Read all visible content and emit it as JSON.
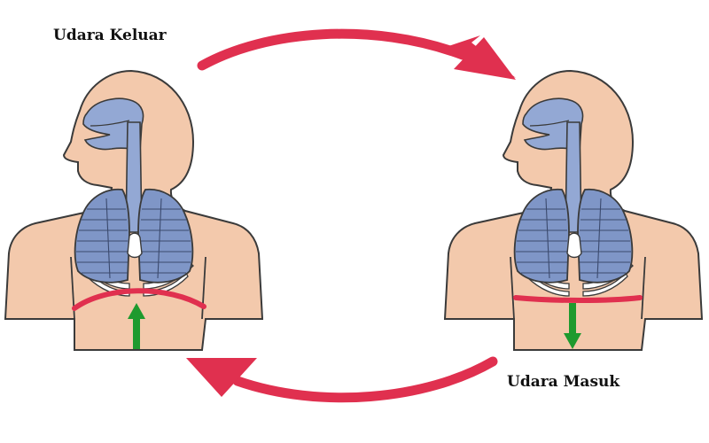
{
  "labels": {
    "air_out": "Udara Keluar",
    "air_in": "Udara Masuk"
  },
  "colors": {
    "background": "#ffffff",
    "skin": "#f3c9ac",
    "skin_outline": "#3a3a3a",
    "airway": "#93a8d4",
    "lung": "#7f96c7",
    "lung_line": "#3b4a6e",
    "cycle_arrow": "#e0304f",
    "diaphragm": "#e0304f",
    "movement_arrow": "#1e9a2e",
    "ribs": "#ffffff"
  },
  "panels": [
    {
      "state": "exhale",
      "diaphragm_shape": "domed",
      "movement_direction": "up"
    },
    {
      "state": "inhale",
      "diaphragm_shape": "flat",
      "movement_direction": "down"
    }
  ],
  "cycle_arrows": [
    {
      "from": "left-figure",
      "to": "right-figure",
      "position": "top"
    },
    {
      "from": "right-figure",
      "to": "left-figure",
      "position": "bottom"
    }
  ]
}
